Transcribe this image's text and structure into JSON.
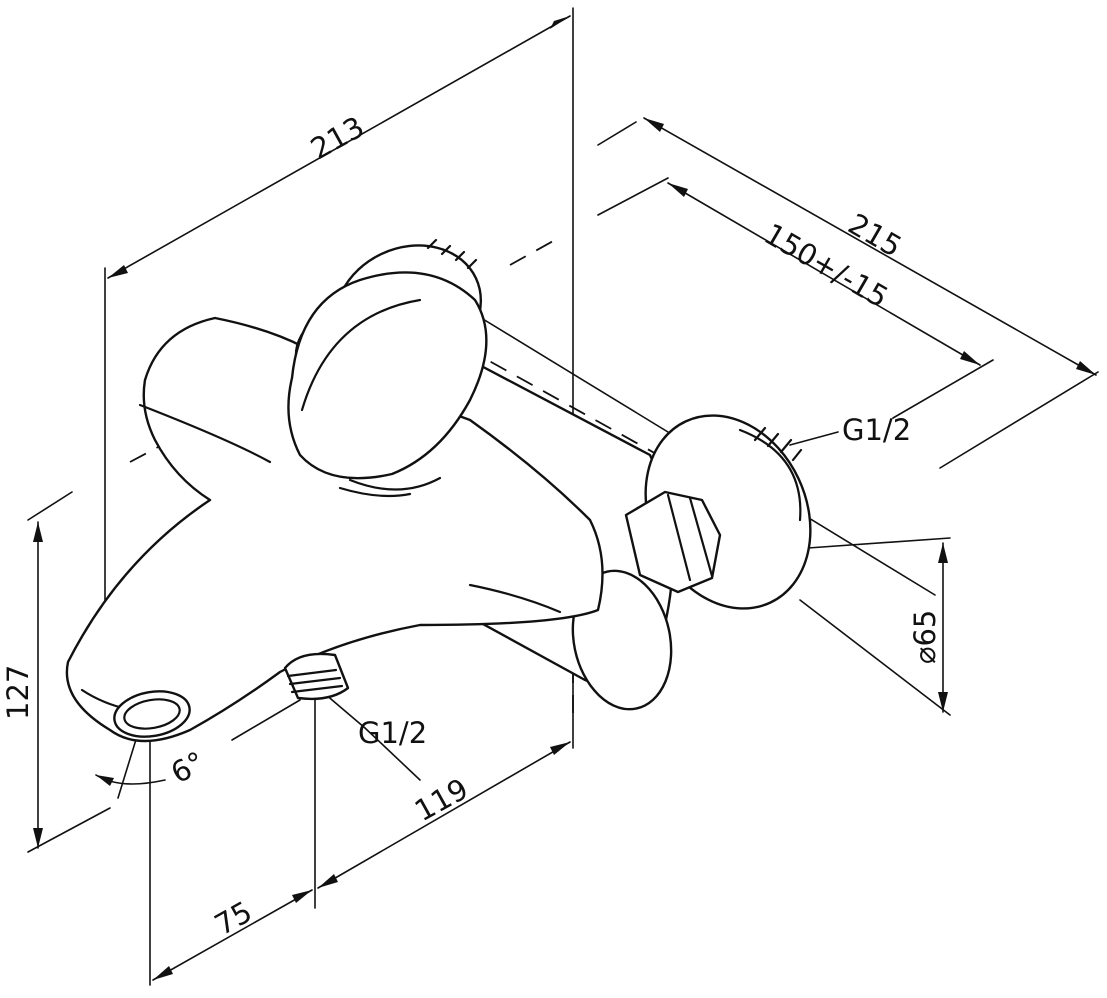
{
  "dimensions": {
    "d213": "213",
    "d215": "215",
    "d150": "150+/-15",
    "d127": "127",
    "d6": "6°",
    "d119": "119",
    "d75": "75",
    "d65": "⌀65",
    "g_spout": "G1/2",
    "g_wall": "G1/2"
  }
}
